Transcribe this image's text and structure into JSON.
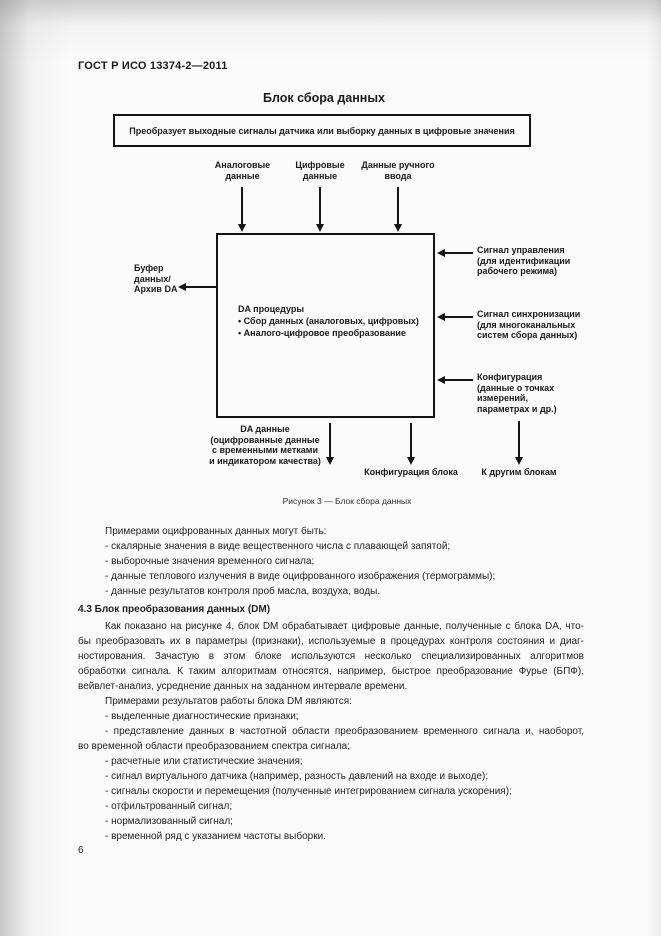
{
  "page": {
    "header": "ГОСТ Р ИСО 13374-2—2011",
    "page_number": "6"
  },
  "figure": {
    "title": "Блок сбора данных",
    "banner": "Преобразует выходные сигналы датчика или выборку данных в цифровые значения",
    "inputs_top": [
      {
        "lines": [
          "Аналоговые",
          "данные"
        ]
      },
      {
        "lines": [
          "Цифровые",
          "данные"
        ]
      },
      {
        "lines": [
          "Данные ручного",
          "ввода"
        ]
      }
    ],
    "block": {
      "lines": [
        "DA процедуры",
        "• Сбор данных (аналоговых, цифровых)",
        "• Аналого-цифровое преобразование"
      ]
    },
    "output_left": {
      "lines": [
        "Буфер",
        "данных/",
        "Архив DA"
      ]
    },
    "inputs_right": [
      {
        "lines": [
          "Сигнал управления",
          "(для идентификации",
          "рабочего режима)"
        ]
      },
      {
        "lines": [
          "Сигнал синхронизации",
          "(для многоканальных",
          "систем сбора данных)"
        ]
      },
      {
        "lines": [
          "Конфигурация",
          "(данные о точках",
          "измерений,",
          "параметрах и др.)"
        ]
      }
    ],
    "outputs_bottom": {
      "da_data": {
        "lines": [
          "DA данные",
          "(оцифрованные данные",
          "с временными метками",
          "и индикатором качества)"
        ]
      },
      "config_label": "Конфигурация блока",
      "other_blocks_label": "К другим блокам"
    },
    "caption": "Рисунок 3 — Блок сбора данных"
  },
  "body": {
    "intro1": "Примерами оцифрованных данных могут быть:",
    "list1": [
      "- скалярные значения в виде вещественного числа с плавающей запятой;",
      "- выборочные значения временного сигнала;",
      "- данные теплового излучения в виде оцифрованного изображения (термограммы);",
      "- данные результатов контроля проб масла, воздуха, воды."
    ],
    "heading43": "4.3 Блок преобразования данных (DM)",
    "para43_lines": [
      "Как показано на рисунке 4, блок DM обрабатывает цифровые данные, полученные с блока DA, что-",
      "бы преобразовать их в параметры (признаки), используемые в процедурах контроля состояния и диаг-",
      "ностирования. Зачастую в этом блоке используются несколько специализированных алгоритмов",
      "обработки сигнала. К таким алгоритмам относятся, например, быстрое преобразование Фурье (БПФ),",
      "вейвлет-анализ, усреднение данных на заданном интервале времени."
    ],
    "intro2": "Примерами результатов работы блока DM являются:",
    "list2a": [
      "- выделенные диагностические признаки;"
    ],
    "item_freq_lines": [
      "- представление данных в частотной области преобразованием временного сигнала и, наоборот,",
      "во временной области преобразованием спектра сигнала;"
    ],
    "list2b": [
      "- расчетные или статистические значения;",
      "- сигнал виртуального датчика (например, разность давлений на входе и выходе);",
      "- сигналы скорости и перемещения (полученные интегрированием сигнала ускорения);",
      "- отфильтрованный сигнал;",
      "- нормализованный сигнал;",
      "- временной ряд с указанием частоты выборки."
    ]
  },
  "colors": {
    "ink": "#1a1a1a",
    "page_bg": "#fbfbfb",
    "edge_shadow": "#8c8c8c"
  }
}
